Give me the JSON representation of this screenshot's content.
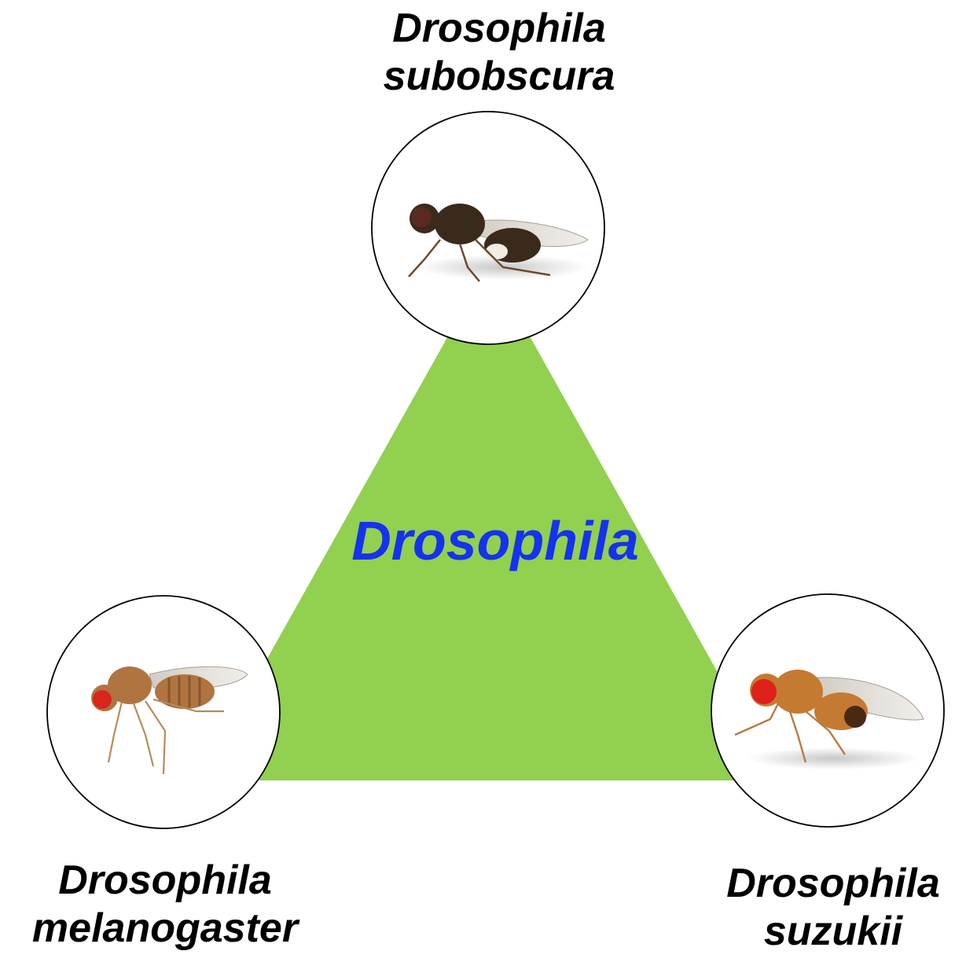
{
  "colors": {
    "triangle_fill": "#92d050",
    "center_text": "#1432f0",
    "circle_stroke": "#000000",
    "label_text": "#000000"
  },
  "center_label": "Drosophila",
  "species": [
    {
      "id": "subobscura",
      "line1": "Drosophila",
      "line2": "subobscura",
      "icon": "fly-subobscura-photo-icon",
      "body_color": "#3a2a1c",
      "eye_color": "#5a2a20"
    },
    {
      "id": "melanogaster",
      "line1": "Drosophila",
      "line2": "melanogaster",
      "icon": "fly-melanogaster-photo-icon",
      "body_color": "#b07440",
      "eye_color": "#d8261e"
    },
    {
      "id": "suzukii",
      "line1": "Drosophila",
      "line2": "suzukii",
      "icon": "fly-suzukii-photo-icon",
      "body_color": "#c47a30",
      "eye_color": "#e0201a"
    }
  ]
}
